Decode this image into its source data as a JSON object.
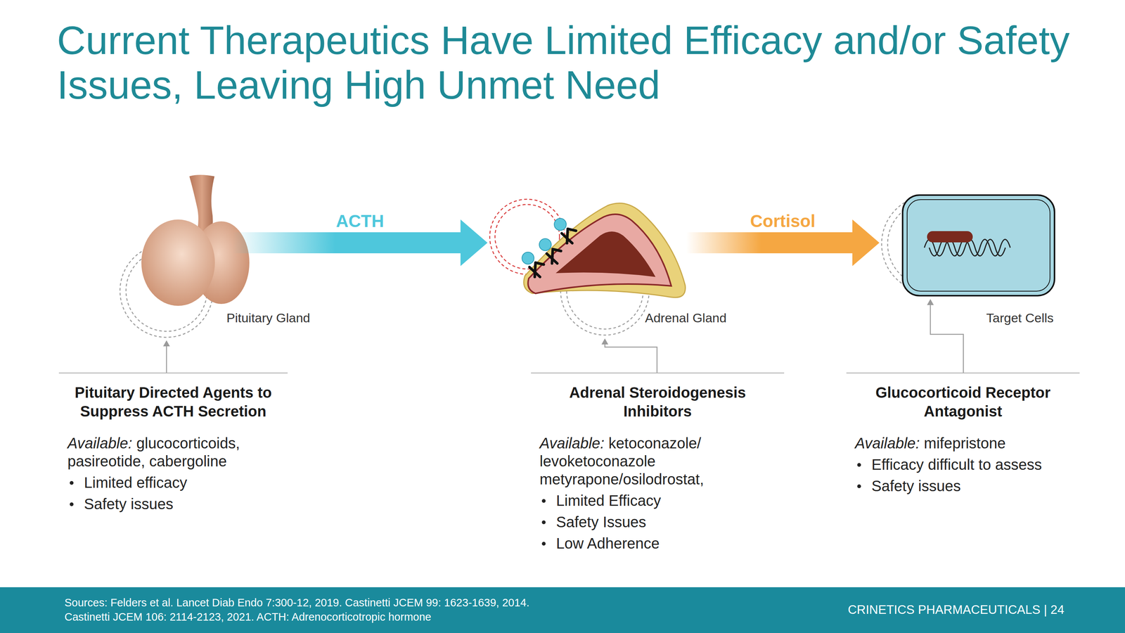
{
  "diagram": {
    "title": "Current Therapeutics Have Limited Efficacy and/or Safety Issues, Leaving High Unmet Need",
    "nodes": [
      {
        "text": [
          "Pituitary Gland"
        ]
      },
      {
        "text": [
          "Adrenal Gland"
        ]
      },
      {
        "text": [
          "Target Cells"
        ]
      },
      {
        "text": [
          "Pituitary Directed Agents to Suppress ACTH Secretion",
          "Available: glucocorticoids, pasireotide, cabergoline",
          "Limited efficacy",
          "Safety issues"
        ]
      },
      {
        "text": [
          "Adrenal Steroidogenesis Inhibitors",
          "Available: ketoconazole/ levoketoconazole metyrapone/osilodrostat,",
          "Limited Efficacy",
          "Safety Issues",
          "Low Adherence"
        ]
      },
      {
        "text": [
          "Glucocorticoid Receptor Antagonist",
          "Available: mifepristone",
          "Efficacy difficult to assess",
          "Safety issues"
        ]
      }
    ],
    "edges": [
      {
        "from": 0,
        "to": 1,
        "label": "ACTH",
        "arrow": "to"
      },
      {
        "from": 1,
        "to": 2,
        "label": "Cortisol",
        "arrow": "to"
      },
      {
        "from": 3,
        "to": 0,
        "arrow": "to"
      },
      {
        "from": 4,
        "to": 1,
        "arrow": "to"
      },
      {
        "from": 5,
        "to": 2,
        "arrow": "to"
      }
    ],
    "labels": [
      "Sources: Felders et al. Lancet Diab Endo 7:300-12, 2019. Castinetti JCEM 99: 1623-1639, 2014.",
      "Castinetti JCEM 106: 2114-2123, 2021. ACTH: Adrenocorticotropic hormone",
      "CRINETICS PHARMACEUTICALS | 24"
    ]
  }
}
